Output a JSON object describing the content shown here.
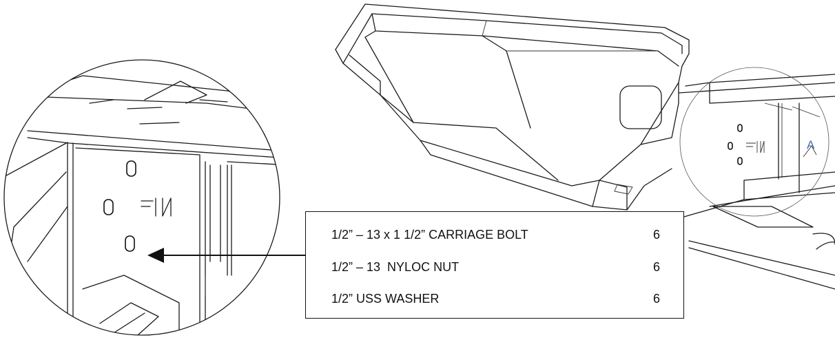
{
  "detail_label": "A",
  "parts": [
    {
      "description": "1/2” – 13 x 1 1/2” CARRIAGE BOLT",
      "qty": "6"
    },
    {
      "description": "1/2” – 13  NYLOC NUT",
      "qty": "6"
    },
    {
      "description": "1/2” USS WASHER",
      "qty": "6"
    }
  ],
  "colors": {
    "line": "#1a1a1a",
    "callout": "#4a6fb0",
    "background": "#ffffff"
  }
}
